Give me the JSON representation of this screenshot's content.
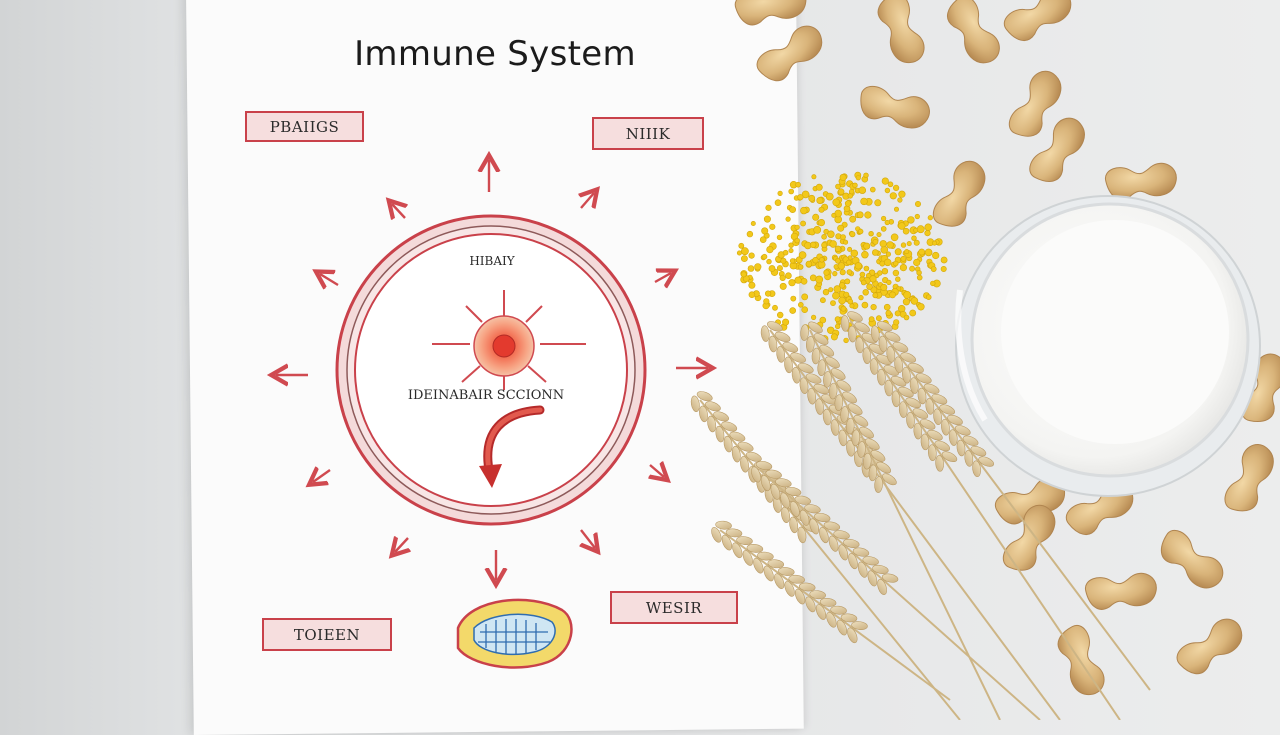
{
  "diagram": {
    "title": "Immune System",
    "labels": {
      "top_left": "PBAIIGS",
      "top_right": "NIIIK",
      "bottom_left": "TOIEEN",
      "bottom_right": "WESIR"
    },
    "cell_label_top": "HIBAIY",
    "cell_label_bottom": "IDEINABAIR SCCIONN"
  },
  "colors": {
    "accent_red": "#c9414a",
    "label_fill": "#f6dede",
    "core_orange": "#f07a55",
    "grain_yellow": "#f2c81a",
    "milk_white": "#f7f7f5",
    "peanut_tan": "#d9b47a"
  },
  "objects": [
    "paper-diagram",
    "peanuts",
    "wheat-stalks",
    "mustard-seeds",
    "glass-of-milk"
  ]
}
